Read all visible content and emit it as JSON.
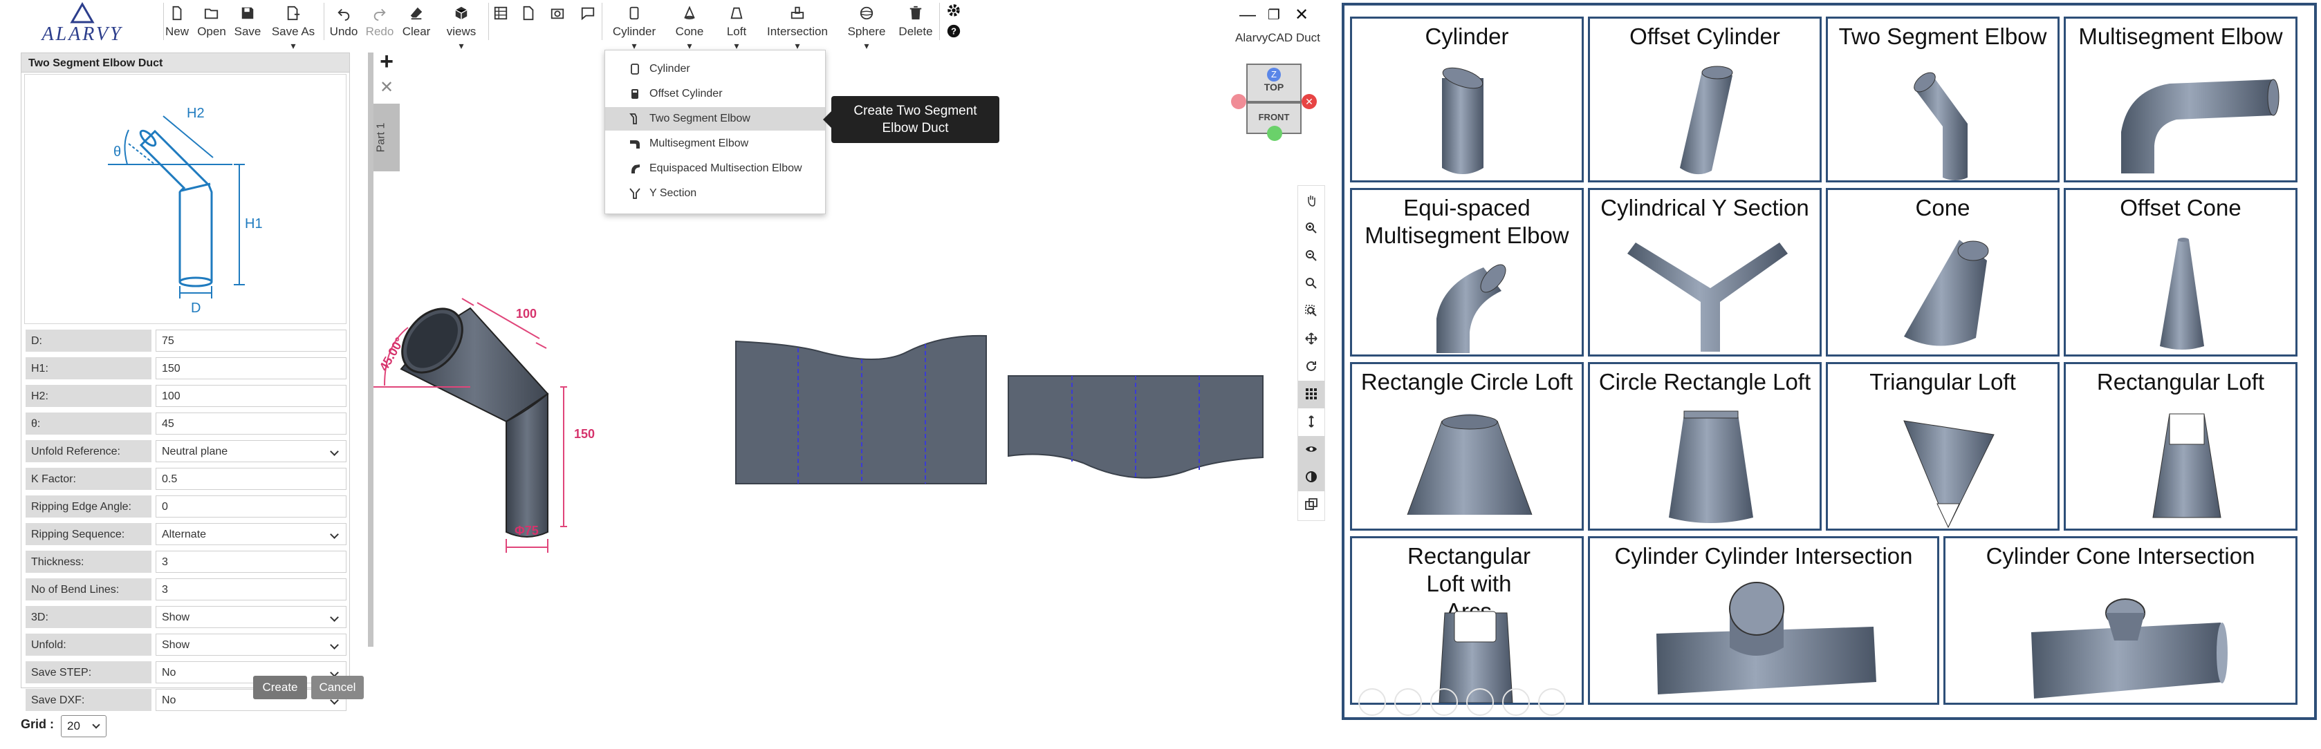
{
  "toolbar": {
    "logo_text": "ALARVY",
    "new": "New",
    "open": "Open",
    "save": "Save",
    "save_as": "Save As",
    "undo": "Undo",
    "redo": "Redo",
    "clear": "Clear",
    "views": "views",
    "cylinder": "Cylinder",
    "cone": "Cone",
    "loft": "Loft",
    "intersection": "Intersection",
    "sphere": "Sphere",
    "delete": "Delete"
  },
  "app_name": "AlarvyCAD Duct",
  "panel": {
    "title": "Two Segment Elbow Duct",
    "diagram_labels": {
      "theta": "θ",
      "h2": "H2",
      "h1": "H1",
      "d": "D"
    },
    "fields": [
      {
        "label": "D:",
        "value": "75",
        "type": "input"
      },
      {
        "label": "H1:",
        "value": "150",
        "type": "input"
      },
      {
        "label": "H2:",
        "value": "100",
        "type": "input"
      },
      {
        "label": "θ:",
        "value": "45",
        "type": "input"
      },
      {
        "label": "Unfold Reference:",
        "value": "Neutral plane",
        "type": "select"
      },
      {
        "label": "K Factor:",
        "value": "0.5",
        "type": "input"
      },
      {
        "label": "Ripping Edge Angle:",
        "value": "0",
        "type": "input"
      },
      {
        "label": "Ripping Sequence:",
        "value": "Alternate",
        "type": "select"
      },
      {
        "label": "Thickness:",
        "value": "3",
        "type": "input"
      },
      {
        "label": "No of Bend Lines:",
        "value": "3",
        "type": "input"
      },
      {
        "label": "3D:",
        "value": "Show",
        "type": "select"
      },
      {
        "label": "Unfold:",
        "value": "Show",
        "type": "select"
      },
      {
        "label": "Save STEP:",
        "value": "No",
        "type": "select"
      },
      {
        "label": "Save DXF:",
        "value": "No",
        "type": "select"
      }
    ],
    "create": "Create",
    "cancel": "Cancel"
  },
  "grid": {
    "label": "Grid :",
    "value": "20"
  },
  "part_tab": "Part 1",
  "dropdown": {
    "items": [
      "Cylinder",
      "Offset Cylinder",
      "Two Segment Elbow",
      "Multisegment Elbow",
      "Equispaced Multisection Elbow",
      "Y Section"
    ],
    "active_index": 2
  },
  "tooltip": "Create Two Segment Elbow Duct",
  "viewcube": {
    "top": "TOP",
    "front": "FRONT",
    "axis_z": "Z"
  },
  "dimensions": {
    "angle": "45.00°",
    "h2": "100",
    "h1": "150",
    "dia": "Φ75"
  },
  "gallery": {
    "cards": [
      "Cylinder",
      "Offset Cylinder",
      "Two Segment Elbow",
      "Multisegment Elbow",
      "Equi-spaced Multisegment Elbow",
      "Cylindrical Y Section",
      "Cone",
      "Offset Cone",
      "Rectangle Circle Loft",
      "Circle Rectangle Loft",
      "Triangular Loft",
      "Rectangular Loft",
      "Rectangular Loft with Arcs",
      "Cylinder Cylinder Intersection",
      "Cylinder Cone Intersection"
    ]
  },
  "colors": {
    "accent": "#d6336c",
    "dim_line": "#e0457a",
    "metal": "#5b6472",
    "border": "#2e4f78",
    "blue_diagram": "#1f7bbf"
  }
}
